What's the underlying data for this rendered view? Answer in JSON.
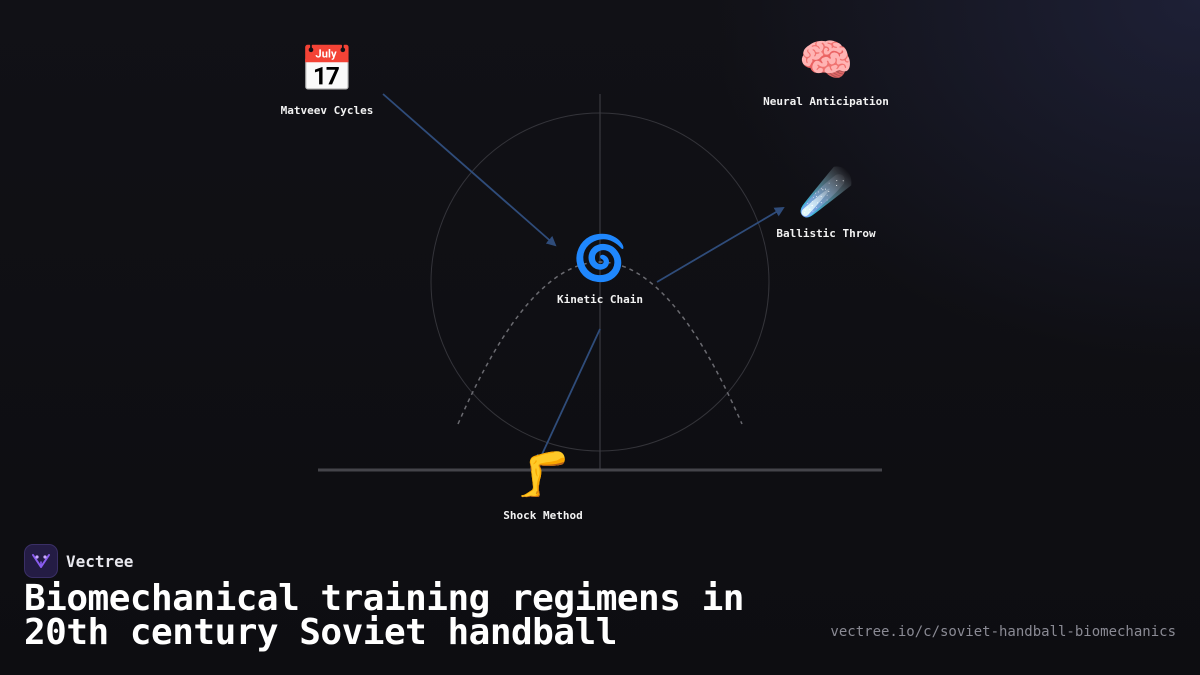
{
  "diagram": {
    "nodes": [
      {
        "id": "matveev",
        "icon": "calendar-icon",
        "emoji": "📅",
        "label": "Matveev Cycles"
      },
      {
        "id": "neural",
        "icon": "brain-icon",
        "emoji": "🧠",
        "label": "Neural Anticipation"
      },
      {
        "id": "kinetic",
        "icon": "spiral-icon",
        "emoji": "🌀",
        "label": "Kinetic Chain"
      },
      {
        "id": "ballistic",
        "icon": "comet-icon",
        "emoji": "☄️",
        "label": "Ballistic Throw"
      },
      {
        "id": "shock",
        "icon": "leg-icon",
        "emoji": "🦵",
        "label": "Shock Method"
      }
    ],
    "edges": [
      {
        "from": "matveev",
        "to": "kinetic"
      },
      {
        "from": "kinetic",
        "to": "ballistic"
      },
      {
        "from": "kinetic",
        "to": "shock"
      }
    ],
    "colors": {
      "arrow": "#2f4c7a",
      "guide": "#3a3a40",
      "trajectory": "#6a6a70"
    }
  },
  "brand": {
    "name": "Vectree",
    "logo_icon": "vectree-logo-icon",
    "accent": "#8a5cf0"
  },
  "title": "Biomechanical training regimens in 20th century Soviet handball",
  "url": "vectree.io/c/soviet-handball-biomechanics"
}
